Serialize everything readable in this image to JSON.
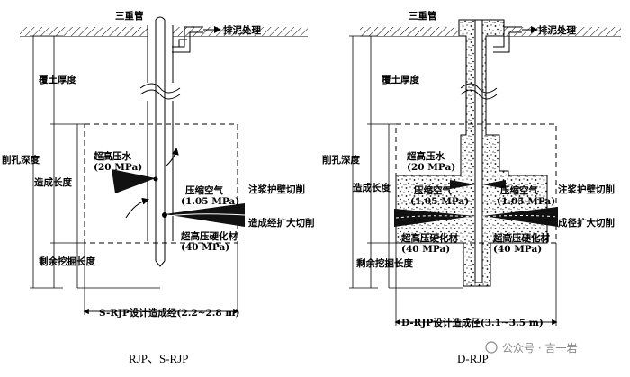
{
  "left": {
    "pipe": "三重管",
    "mud": "排泥处理",
    "cover": "覆土厚度",
    "drill_depth": "削孔深度",
    "length": "造成长度",
    "water": "超高压水",
    "water_p": "(20 MPa)",
    "air": "压缩空气",
    "air_p": "(1.05 MPa)",
    "wall": "注浆护壁切削",
    "expand": "造成经扩大切削",
    "harden": "超高压硬化材",
    "harden_p": "(40 MPa)",
    "remain": "剩余挖掘长度",
    "diameter": "S-RJP设计造成经(2.2~2.8 m)",
    "caption": "RJP、S-RJP"
  },
  "right": {
    "pipe": "三重管",
    "mud": "排泥处理",
    "cover": "覆土厚度",
    "drill_depth": "削孔深度",
    "length": "造成长度",
    "water": "超高压水",
    "water_p": "(20 MPa)",
    "air_l": "压缩空气",
    "air_l_p": "(1.05 MPa)",
    "air_r": "压缩空气",
    "air_r_p": "(1.05 MPa)",
    "wall": "注浆护壁切削",
    "expand": "成径扩大切削",
    "harden_l": "超高压硬化材",
    "harden_l_p": "(40 MPa)",
    "harden_r": "超高压硬化材",
    "harden_r_p": "(40 MPa)",
    "remain": "剩余挖掘长度",
    "diameter": "D-RJP设计造成径(3.1~3.5 m)",
    "caption": "D-RJP"
  },
  "watermark": "公众号 · 言一岩"
}
